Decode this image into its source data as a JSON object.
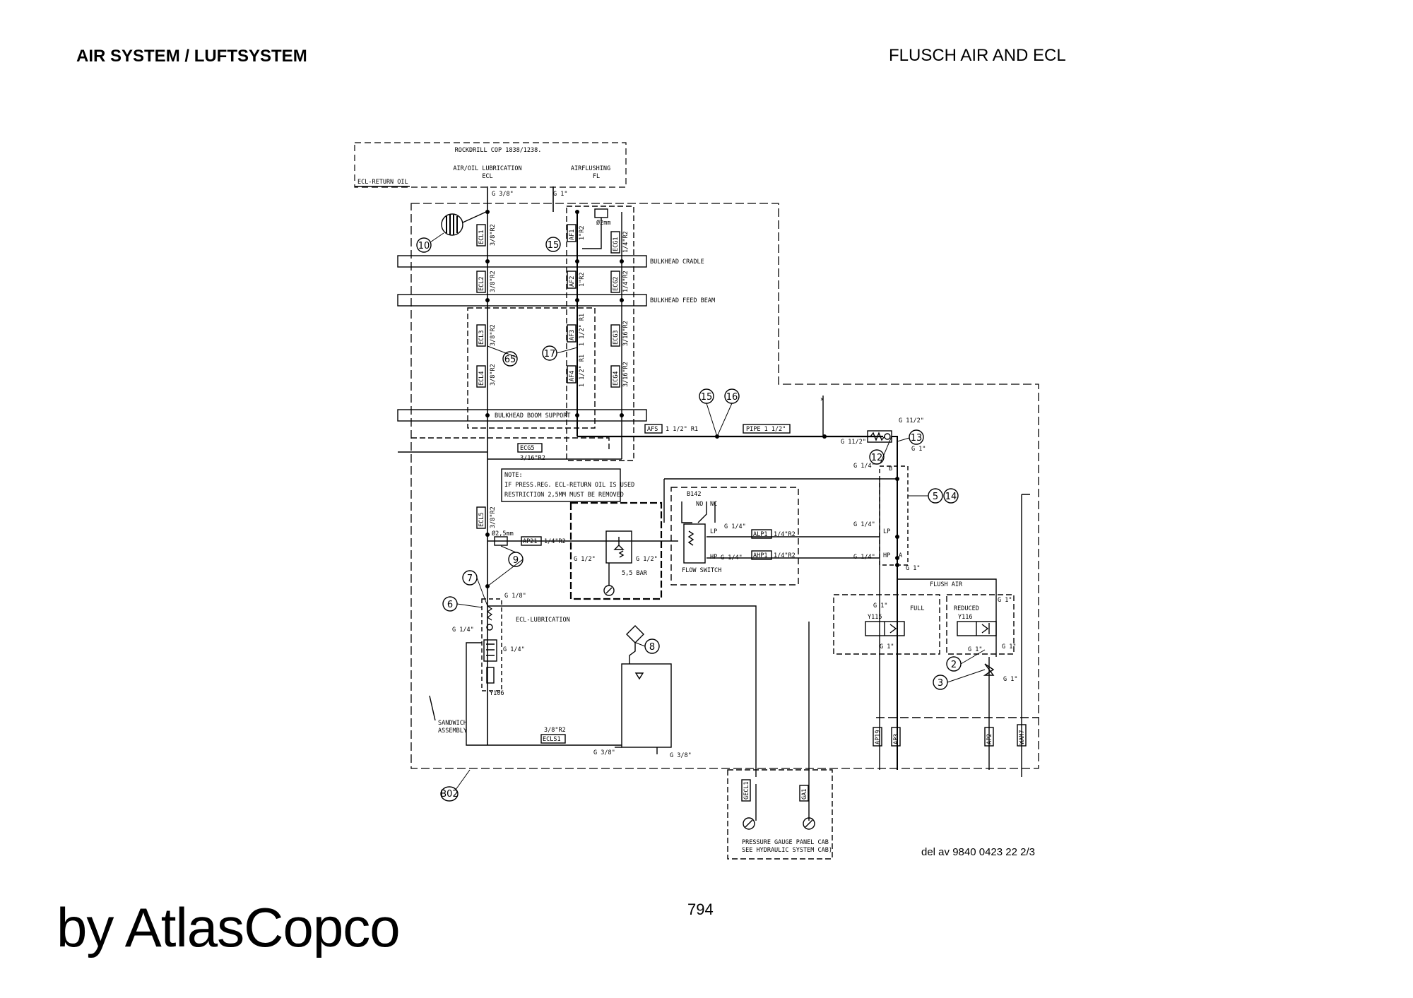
{
  "header": {
    "left_title": "AIR SYSTEM / LUFTSYSTEM",
    "right_title": "FLUSCH AIR AND ECL"
  },
  "footer": {
    "page_number": "794",
    "brand": "by AtlasCopco",
    "reference": "del av 9840 0423 22 2/3"
  },
  "diagram": {
    "rig": "ROCKDRILL COP 1838/1238.",
    "ecl_return_oil": "ECL-RETURN OIL",
    "air_oil": "AIR/OIL LUBRICATION",
    "ecl": "ECL",
    "airflushing": "AIRFLUSHING",
    "fl": "FL",
    "g38": "G 3/8\"",
    "g1": "G 1\"",
    "bulkhead_cradle": "BULKHEAD CRADLE",
    "bulkhead_feed_beam": "BULKHEAD FEED BEAM",
    "bulkhead_boom": "BULKHEAD BOOM SUPPORT",
    "pipe": "PIPE 1 1/2\"",
    "afs_size": "1 1/2\" R1",
    "note1": "NOTE:",
    "note2": "IF PRESS.REG. ECL-RETURN OIL IS USED",
    "note3": "RESTRICTION 2,5MM MUST BE REMOVED",
    "bar": "5,5 BAR",
    "flow_switch": "FLOW SWITCH",
    "flush_air": "FLUSH AIR",
    "full": "FULL",
    "reduced": "REDUCED",
    "ecl_lubrication": "ECL-LUBRICATION",
    "sandwich1": "SANDWICH",
    "sandwich2": "ASSEMBLY",
    "gauge1": "PRESSURE GAUGE PANEL CAB",
    "gauge2": "SEE HYDRAULIC SYSTEM CAB)",
    "restriction": "Ø2,5mm",
    "restriction2": "Ø2mm",
    "tags": {
      "ecl1": "ECL1",
      "ecl2": "ECL2",
      "ecl3": "ECL3",
      "ecl4": "ECL4",
      "ecl5": "ECL5",
      "af1": "AF1",
      "af2": "AF2",
      "af3": "AF3",
      "af4": "AF4",
      "afs": "AFS",
      "ecg1": "ECG1",
      "ecg2": "ECG2",
      "ecg3": "ECG3",
      "ecg4": "ECG4",
      "ecg5": "ECG5",
      "ap21": "AP21",
      "alp1": "ALP1",
      "ahp1": "AHP1",
      "ecls1": "ECLS1",
      "ap19": "AP19",
      "ap3": "AP3",
      "ap2": "AP2",
      "wam7": "WAM7",
      "gecl1": "GECL1",
      "ga1": "GA1",
      "b142": "B142",
      "y115": "Y115",
      "y116": "Y116",
      "y106": "Y106"
    },
    "sizes": {
      "r38": "3/8\"R2",
      "r1": "1\"R2",
      "r14": "1/4\"R2",
      "r112": "1 1/2\" R1",
      "r316": "3/16\"R2",
      "g14": "G 1/4\"",
      "g12": "G 1/2\"",
      "g18": "G 1/8\"",
      "g112": "G 11/2\"",
      "r316b": "3/16\""
    },
    "balloons": [
      "10",
      "15",
      "65",
      "17",
      "15",
      "16",
      "13",
      "12",
      "5",
      "14",
      "9",
      "7",
      "6",
      "8",
      "2",
      "3",
      "B02"
    ],
    "ports": {
      "b": "B",
      "lp": "LP",
      "hp": "HP",
      "a": "A",
      "no": "NO",
      "nc": "NC"
    }
  }
}
